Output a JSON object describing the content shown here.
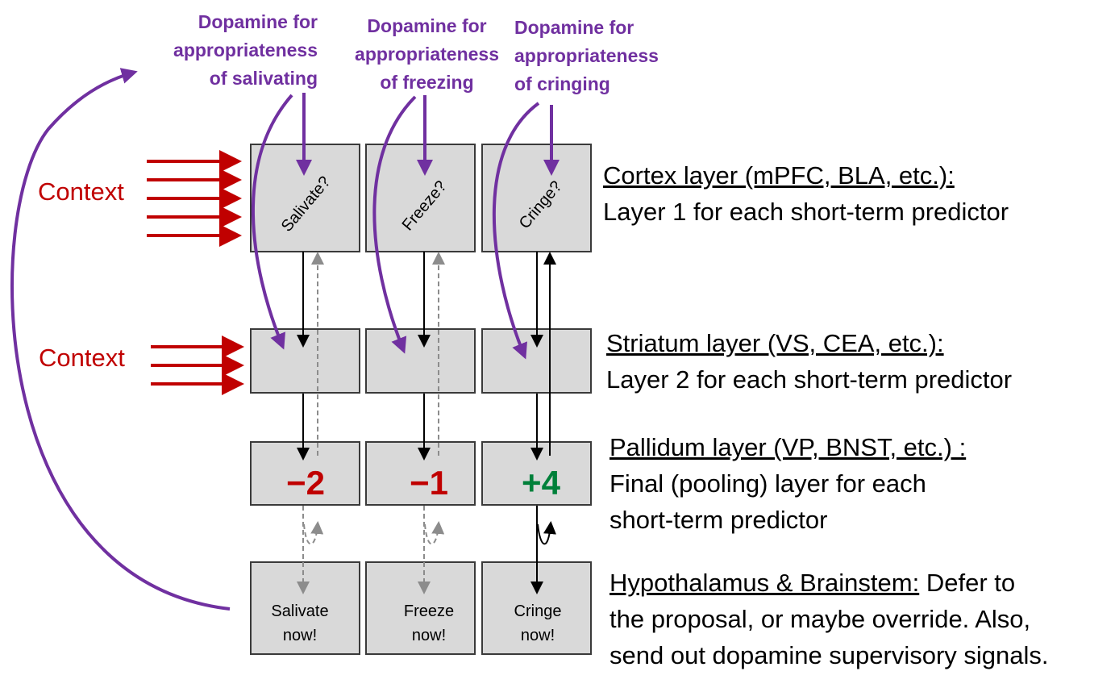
{
  "dopamine_labels": [
    {
      "line1": "Dopamine for",
      "line2": "appropriateness",
      "line3": "of salivating"
    },
    {
      "line1": "Dopamine for",
      "line2": "appropriateness",
      "line3": "of freezing"
    },
    {
      "line1": "Dopamine for",
      "line2": "appropriateness",
      "line3": "of cringing"
    }
  ],
  "context_labels": [
    "Context",
    "Context"
  ],
  "cortex_questions": [
    "Salivate?",
    "Freeze?",
    "Cringe?"
  ],
  "pallidum_values": [
    {
      "text": "−2",
      "color": "#c00000"
    },
    {
      "text": "−1",
      "color": "#c00000"
    },
    {
      "text": "+4",
      "color": "#00803a"
    }
  ],
  "outputs": [
    {
      "line1": "Salivate",
      "line2": "now!"
    },
    {
      "line1": "Freeze",
      "line2": "now!"
    },
    {
      "line1": "Cringe",
      "line2": "now!"
    }
  ],
  "layers": {
    "cortex": {
      "title": "Cortex layer (mPFC, BLA, etc.):",
      "line2": "Layer 1 for each short-term predictor"
    },
    "striatum": {
      "title": "Striatum layer (VS, CEA, etc.):",
      "line2": "Layer 2 for each short-term predictor"
    },
    "pallidum": {
      "title": "Pallidum layer (VP, BNST, etc.) :",
      "line2": "Final (pooling) layer for each",
      "line3": "short-term predictor"
    },
    "hypothalamus": {
      "title": "Hypothalamus & Brainstem:",
      "title_rest": " Defer to",
      "line2": "the proposal, or maybe override. Also,",
      "line3": "send out dopamine supervisory signals."
    }
  },
  "colors": {
    "dopamine": "#7030a0",
    "context": "#c00000",
    "negative": "#c00000",
    "positive": "#00803a",
    "box_fill": "#d9d9d9"
  }
}
